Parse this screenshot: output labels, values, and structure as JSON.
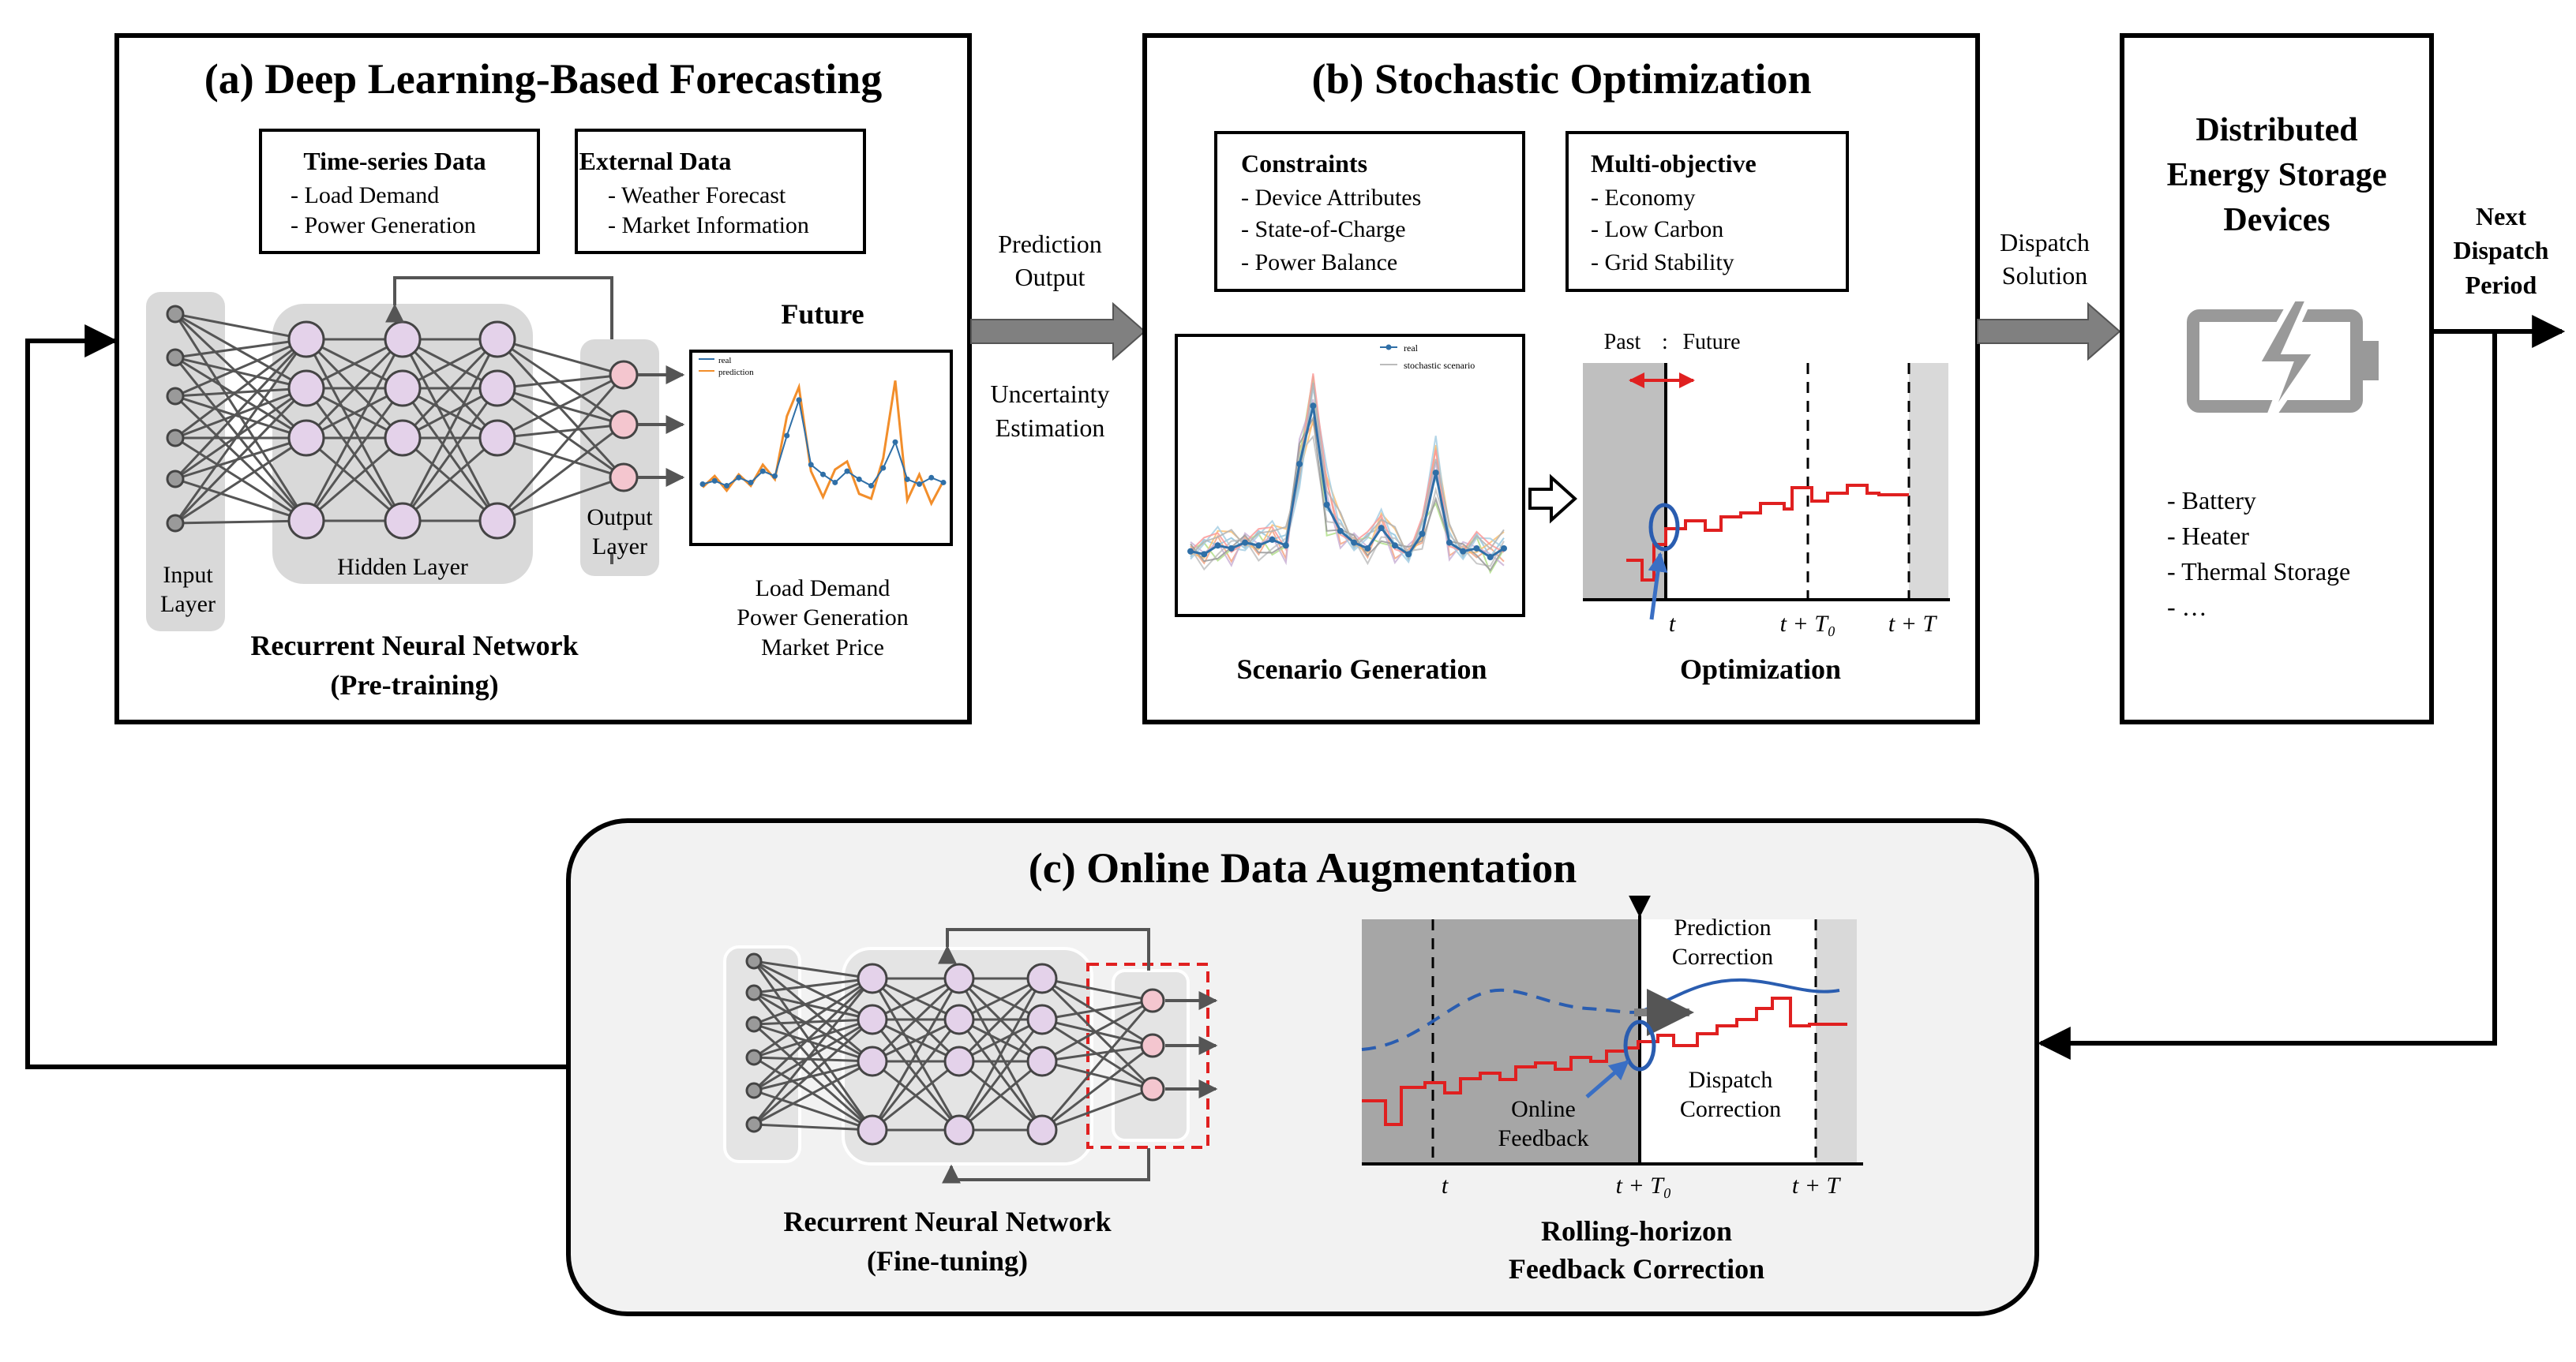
{
  "panel_a": {
    "title": "(a) Deep Learning-Based Forecasting",
    "timeseries_box": {
      "title": "Time-series Data",
      "items": [
        "- Load Demand",
        "- Power Generation"
      ]
    },
    "external_box": {
      "title": "External Data",
      "items": [
        "- Weather Forecast",
        "- Market Information"
      ]
    },
    "input_layer": [
      "Input",
      "Layer"
    ],
    "hidden_layer": "Hidden Layer",
    "output_layer": [
      "Output",
      "Layer"
    ],
    "future_label": "Future",
    "legend": [
      "real",
      "prediction"
    ],
    "outputs": [
      "Load Demand",
      "Power Generation",
      "Market Price"
    ],
    "rnn_caption": [
      "Recurrent Neural Network",
      "(Pre-training)"
    ]
  },
  "arrow_ab": {
    "top": [
      "Prediction",
      "Output"
    ],
    "bottom": [
      "Uncertainty",
      "Estimation"
    ]
  },
  "panel_b": {
    "title": "(b) Stochastic Optimization",
    "constraints_box": {
      "title": "Constraints",
      "items": [
        "- Device Attributes",
        "- State-of-Charge",
        "- Power Balance"
      ]
    },
    "multiobjective_box": {
      "title": "Multi-objective",
      "items": [
        "- Economy",
        "- Low Carbon",
        "- Grid Stability"
      ]
    },
    "legend": [
      "real",
      "stochastic scenario"
    ],
    "scenario_caption": "Scenario Generation",
    "opt_caption": "Optimization",
    "past": "Past",
    "future": "Future",
    "ticks": [
      "t",
      "t + T₀",
      "t + T"
    ]
  },
  "arrow_bc": {
    "label": [
      "Dispatch",
      "Solution"
    ]
  },
  "panel_storage": {
    "title": [
      "Distributed",
      "Energy Storage",
      "Devices"
    ],
    "items": [
      "- Battery",
      "- Heater",
      "- Thermal Storage",
      "- …"
    ]
  },
  "next_period": [
    "Next",
    "Dispatch",
    "Period"
  ],
  "panel_c": {
    "title": "(c) Online Data Augmentation",
    "rnn_caption": [
      "Recurrent Neural Network",
      "(Fine-tuning)"
    ],
    "prediction_correction": [
      "Prediction",
      "Correction"
    ],
    "dispatch_correction": [
      "Dispatch",
      "Correction"
    ],
    "online_feedback": [
      "Online",
      "Feedback"
    ],
    "ticks": [
      "t",
      "t + T₀",
      "t + T"
    ],
    "caption": [
      "Rolling-horizon",
      "Feedback Correction"
    ]
  },
  "colors": {
    "red": "#e02020",
    "blue": "#2a5db0",
    "node_pink": "#f4c6cf",
    "node_purple": "#e4d2ea",
    "gray_fill": "#d9d9d9",
    "orange": "#f28e2b",
    "series_blue": "#2f6fa7"
  },
  "chart_data": [
    {
      "type": "line",
      "name": "forecast-mini-chart",
      "legend": [
        "real",
        "prediction"
      ],
      "series": [
        {
          "name": "real",
          "values": [
            3.0,
            3.2,
            2.9,
            3.4,
            3.1,
            3.8,
            3.5,
            6.0,
            8.2,
            4.2,
            3.6,
            3.1,
            3.8,
            3.3,
            2.9,
            4.0,
            5.6,
            3.3,
            3.0,
            3.4,
            3.1
          ]
        },
        {
          "name": "prediction",
          "values": [
            2.8,
            3.5,
            2.6,
            3.6,
            2.9,
            4.2,
            3.3,
            7.2,
            9.0,
            3.8,
            2.2,
            3.9,
            4.4,
            2.4,
            2.1,
            4.6,
            9.4,
            2.0,
            3.6,
            1.8,
            3.2
          ]
        }
      ]
    },
    {
      "type": "line",
      "name": "scenario-generation-chart",
      "legend": [
        "real",
        "stochastic scenario"
      ],
      "series": [
        {
          "name": "real",
          "values": [
            1.8,
            1.7,
            2.0,
            1.9,
            2.1,
            2.0,
            2.2,
            2.0,
            4.8,
            6.8,
            3.4,
            2.5,
            2.1,
            1.9,
            2.6,
            2.0,
            1.7,
            2.4,
            4.5,
            2.1,
            1.8,
            1.9,
            1.6,
            1.9
          ]
        }
      ]
    }
  ]
}
